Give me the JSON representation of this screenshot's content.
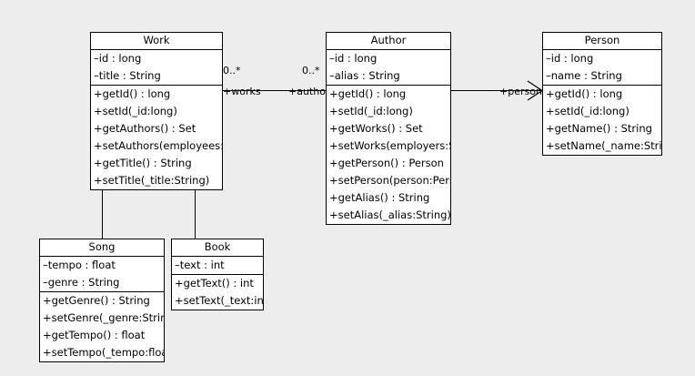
{
  "diagram": {
    "kind": "uml-class-diagram",
    "background_color": "#ededed",
    "box_fill_color": "#ffffff",
    "line_color": "#000000",
    "classes": [
      {
        "id": "work",
        "name": "Work",
        "attributes": [
          "–id : long",
          "–title : String"
        ],
        "methods": [
          "+getId() : long",
          "+setId(_id:long)",
          "+getAuthors() : Set",
          "+setAuthors(employees:Set)",
          "+getTitle() : String",
          "+setTitle(_title:String)"
        ]
      },
      {
        "id": "author",
        "name": "Author",
        "attributes": [
          "–id : long",
          "–alias : String"
        ],
        "methods": [
          "+getId() : long",
          "+setId(_id:long)",
          "+getWorks() : Set",
          "+setWorks(employers:Set)",
          "+getPerson() : Person",
          "+setPerson(person:Person)",
          "+getAlias() : String",
          "+setAlias(_alias:String)"
        ]
      },
      {
        "id": "person",
        "name": "Person",
        "attributes": [
          "–id : long",
          "–name : String"
        ],
        "methods": [
          "+getId() : long",
          "+setId(_id:long)",
          "+getName() : String",
          "+setName(_name:String)"
        ]
      },
      {
        "id": "song",
        "name": "Song",
        "attributes": [
          "–tempo : float",
          "–genre : String"
        ],
        "methods": [
          "+getGenre() : String",
          "+setGenre(_genre:String)",
          "+getTempo() : float",
          "+setTempo(_tempo:float)"
        ]
      },
      {
        "id": "book",
        "name": "Book",
        "attributes": [
          "–text : int"
        ],
        "methods": [
          "+getText() : int",
          "+setText(_text:int)"
        ]
      }
    ],
    "associations": [
      {
        "id": "work-author",
        "source": "Work",
        "target": "Author",
        "source_multiplicity": "0..*",
        "target_multiplicity": "0..*",
        "source_role": "+works",
        "target_role": "+authors"
      },
      {
        "id": "author-person",
        "source": "Author",
        "target": "Person",
        "target_role": "+person",
        "arrow": "open-arrowhead"
      }
    ],
    "generalizations": [
      {
        "id": "song-work",
        "subclass": "Song",
        "superclass": "Work",
        "arrow": "hollow-triangle"
      },
      {
        "id": "book-work",
        "subclass": "Book",
        "superclass": "Work",
        "arrow": "hollow-triangle"
      }
    ]
  }
}
